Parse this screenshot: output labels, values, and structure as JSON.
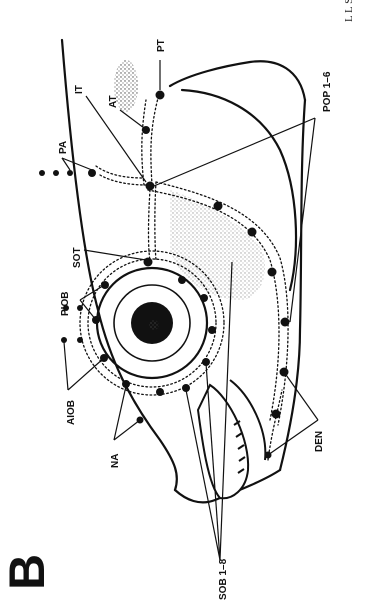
{
  "figure": {
    "panel_letter": "B",
    "page_fragment": "L L S",
    "labels": {
      "pt": "PT",
      "it": "IT",
      "at": "AT",
      "pa": "PA",
      "pop": "POP 1–6",
      "sot": "SOT",
      "piob": "PIOB",
      "aiob": "AIOB",
      "na": "NA",
      "sob": "SOB 1–8",
      "den": "DEN"
    }
  }
}
